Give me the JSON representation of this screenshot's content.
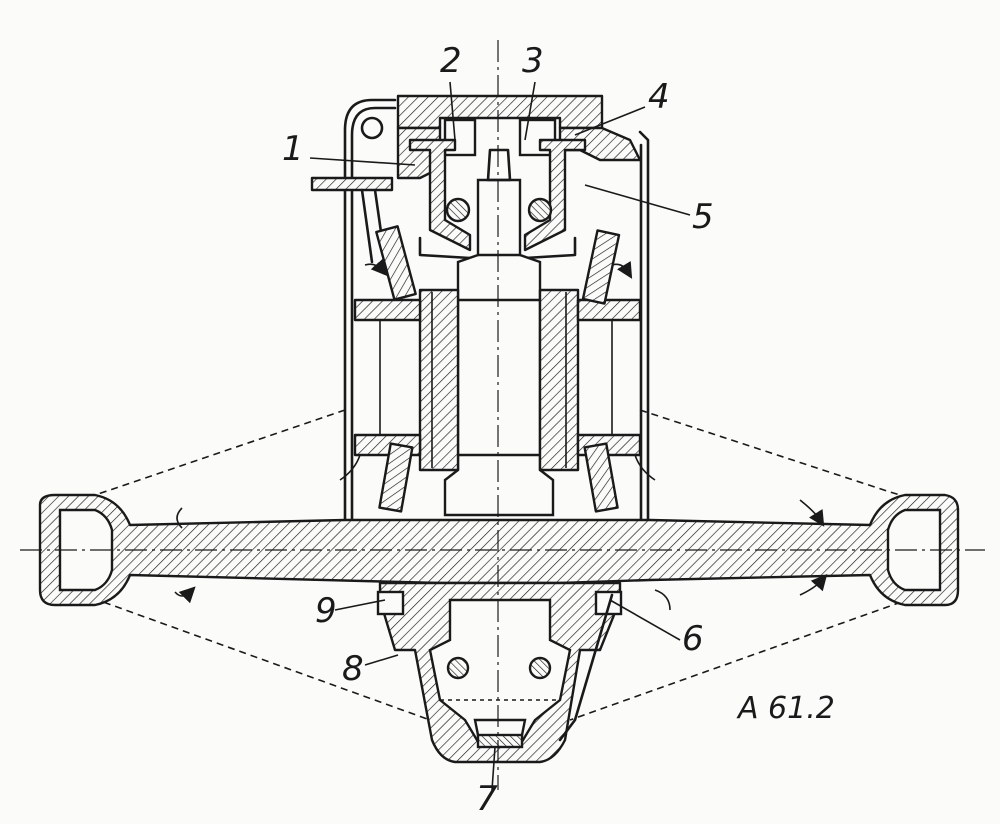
{
  "figure": {
    "label": "A 61.2",
    "callouts": [
      "1",
      "2",
      "3",
      "4",
      "5",
      "6",
      "7",
      "8",
      "9"
    ]
  },
  "colors": {
    "ink": "#1a1a1a",
    "paper": "#fbfbf9"
  }
}
